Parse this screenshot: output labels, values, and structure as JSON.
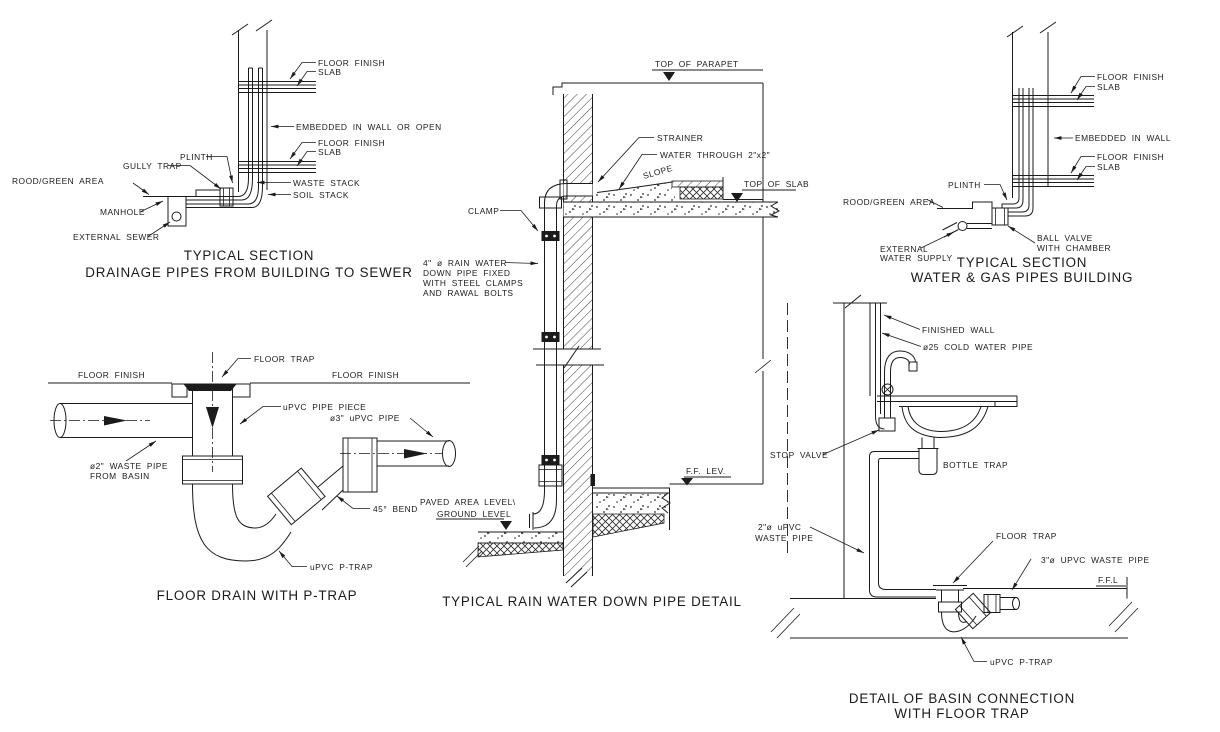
{
  "page": {
    "background": "#ffffff",
    "line_color": "#1b1b1b"
  },
  "drawings": {
    "drainage_section": {
      "title_line1": "TYPICAL SECTION",
      "title_line2": "DRAINAGE PIPES FROM BUILDING TO SEWER",
      "labels": {
        "floor_finish_upper": "FLOOR FINISH",
        "slab_upper": "SLAB",
        "embedded": "EMBEDDED IN WALL OR OPEN",
        "floor_finish_lower": "FLOOR FINISH",
        "slab_lower": "SLAB",
        "plinth": "PLINTH",
        "gully_trap": "GULLY TRAP",
        "rood_green_area": "ROOD/GREEN AREA",
        "waste_stack": "WASTE STACK",
        "soil_stack": "SOIL STACK",
        "manhole": "MANHOLE",
        "external_sewer": "EXTERNAL SEWER"
      }
    },
    "floor_drain": {
      "title": "FLOOR DRAIN WITH P-TRAP",
      "labels": {
        "floor_trap": "FLOOR TRAP",
        "floor_finish_left": "FLOOR FINISH",
        "floor_finish_right": "FLOOR FINISH",
        "upvc_pipe_piece": "uPVC PIPE PIECE",
        "upvc_pipe_3": "ø3\" uPVC PIPE",
        "waste_pipe_2_line1": "ø2\" WASTE PIPE",
        "waste_pipe_2_line2": "FROM BASIN",
        "bend_45": "45° BEND",
        "upvc_p_trap": "uPVC P-TRAP"
      }
    },
    "rain_water": {
      "title": "TYPICAL RAIN WATER DOWN PIPE DETAIL",
      "labels": {
        "top_of_parapet": "TOP OF PARAPET",
        "strainer": "STRAINER",
        "water_through": "WATER THROUGH 2\"x2\"",
        "slope": "SLOPE",
        "top_of_slab": "TOP OF SLAB",
        "clamp": "CLAMP",
        "down_pipe_l1": "4\" ø RAIN WATER",
        "down_pipe_l2": "DOWN PIPE FIXED",
        "down_pipe_l3": "WITH STEEL CLAMPS",
        "down_pipe_l4": "AND RAWAL BOLTS",
        "ff_lev": "F.F. LEV.",
        "paved_l1": "PAVED AREA LEVEL\\",
        "paved_l2": "GROUND LEVEL"
      }
    },
    "water_gas": {
      "title_line1": "TYPICAL SECTION",
      "title_line2": "WATER & GAS PIPES BUILDING",
      "labels": {
        "floor_finish_upper": "FLOOR FINISH",
        "slab_upper": "SLAB",
        "embedded": "EMBEDDED IN WALL",
        "floor_finish_lower": "FLOOR FINISH",
        "slab_lower": "SLAB",
        "plinth": "PLINTH",
        "rood_green_area": "ROOD/GREEN AREA",
        "external_l1": "EXTERNAL",
        "external_l2": "WATER SUPPLY",
        "ball_valve_l1": "BALL VALVE",
        "ball_valve_l2": "WITH CHAMBER"
      }
    },
    "basin": {
      "title_line1": "DETAIL OF BASIN CONNECTION",
      "title_line2": "WITH FLOOR TRAP",
      "labels": {
        "finished_wall": "FINISHED WALL",
        "cold_water": "ø25 COLD WATER PIPE",
        "stop_valve": "STOP VALVE",
        "bottle_trap": "BOTTLE TRAP",
        "waste_2_l1": "2\"ø uPVC",
        "waste_2_l2": "WASTE PIPE",
        "floor_trap": "FLOOR TRAP",
        "waste_3": "3\"ø UPVC WASTE PIPE",
        "ffl": "F.F.L",
        "upvc_p_trap": "uPVC P-TRAP"
      }
    }
  }
}
